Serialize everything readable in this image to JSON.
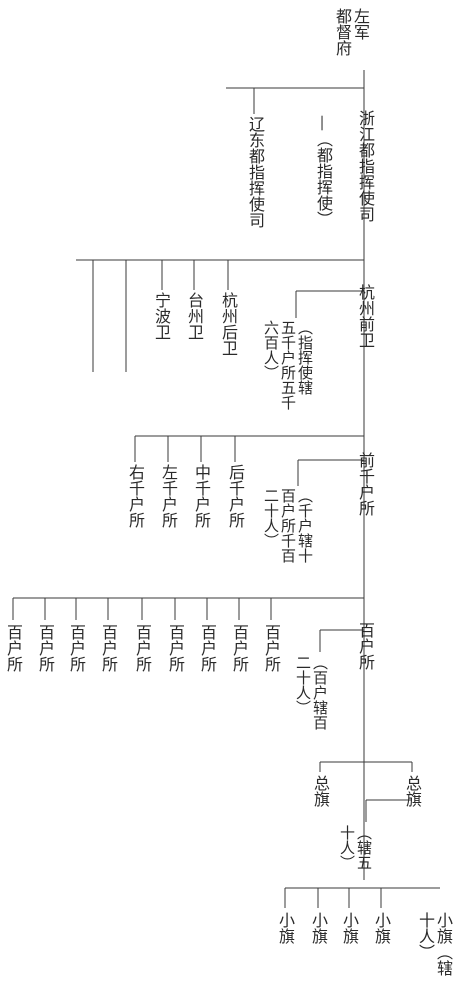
{
  "nodes": {
    "top": "左军\n都督府",
    "zhejiang": "浙江都指挥使司",
    "zhejiang_note": "—（都指挥使）",
    "liaodong": "辽东都指挥使司",
    "hangzhou_qian": "杭州前卫",
    "hangzhou_note": "（指挥使辖\n五千户所五千\n六百人）",
    "ningbo": "宁波卫",
    "taizhou": "台州卫",
    "hangzhou_hou": "杭州后卫",
    "qian_qianhu": "前千户所",
    "qianhu_note": "（千户辖十\n百户所千百\n二十人）",
    "hou_qianhu": "后千户所",
    "zhong_qianhu": "中千户所",
    "zuo_qianhu": "左千户所",
    "you_qianhu": "右千户所",
    "baihu_main": "百户所",
    "baihu_note": "（百户辖百\n二十人）",
    "baihu_items": [
      "百户所",
      "百户所",
      "百户所",
      "百户所",
      "百户所",
      "百户所",
      "百户所",
      "百户所",
      "百户所"
    ],
    "zongqi_right": "总旗",
    "zongqi_left": "总旗",
    "zongqi_note": "（辖五\n十人）",
    "xiaoqi_main": "小旗（辖\n十人）",
    "xiaoqi_items": [
      "小旗",
      "小旗",
      "小旗",
      "小旗"
    ]
  }
}
